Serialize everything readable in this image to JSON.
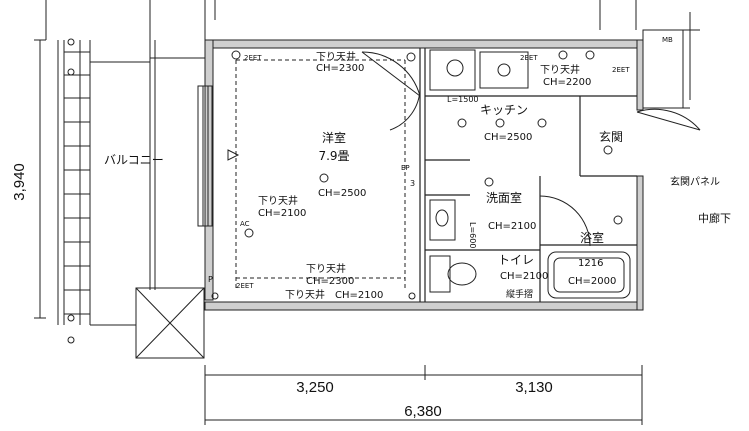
{
  "rooms": {
    "balcony": "バルコニー",
    "western_room": "洋室",
    "western_room_size": "7.9畳",
    "kitchen": "キッチン",
    "entrance": "玄関",
    "washroom": "洗面室",
    "bathroom": "浴室",
    "toilet": "トイレ"
  },
  "labels": {
    "lowered_ceiling": "下り天井",
    "lowered_ceiling_h_top": "CH=2300",
    "lowered_ceiling_h_left": "CH=2100",
    "lowered_ceiling_h_bottom1": "CH=2300",
    "lowered_ceiling_h_bottom2": "CH=2100",
    "lowered_ceiling_h_kitchen": "CH=2200",
    "room_ch": "CH=2500",
    "kitchen_ch": "CH=2500",
    "washroom_ch": "CH=2100",
    "toilet_ch": "CH=2100",
    "bath_model": "1216",
    "bath_ch": "CH=2000",
    "entrance_panel": "玄関パネル",
    "corridor": "中廊下",
    "mb": "MB",
    "grab_bar": "縦手摺",
    "kitchen_l": "L=1500",
    "wash_l": "L=600",
    "ac": "AC",
    "outlet_2eet": "2EET",
    "ep": "EP",
    "p": "P",
    "num3": "3"
  },
  "dimensions": {
    "height": "3,940",
    "left_width": "3,250",
    "right_width": "3,130",
    "total_width": "6,380"
  }
}
